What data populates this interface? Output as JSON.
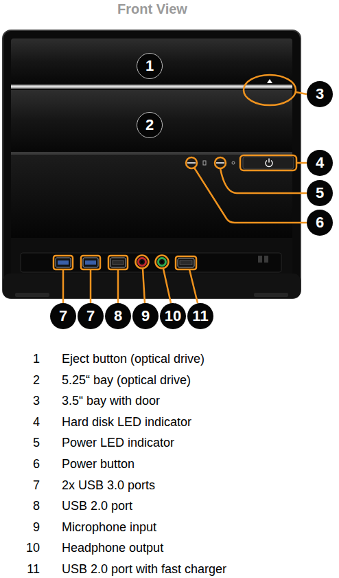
{
  "diagram": {
    "title": "Front View",
    "nodes": [
      {
        "text": [
          "1"
        ]
      },
      {
        "text": [
          "2"
        ]
      },
      {
        "text": [
          "3"
        ]
      },
      {
        "text": [
          "4"
        ]
      },
      {
        "text": [
          "5"
        ]
      },
      {
        "text": [
          "6"
        ]
      },
      {
        "text": [
          "7"
        ]
      },
      {
        "text": [
          "7"
        ]
      },
      {
        "text": [
          "8"
        ]
      },
      {
        "text": [
          "9"
        ]
      },
      {
        "text": [
          "10"
        ]
      },
      {
        "text": [
          "11"
        ]
      }
    ],
    "labels": [
      "1",
      "Eject button (optical drive)",
      "2",
      "5.25“ bay (optical drive)",
      "3",
      "3.5“ bay with door",
      "4",
      "Hard disk LED indicator",
      "5",
      "Power LED indicator",
      "6",
      "Power button",
      "7",
      "2x USB 3.0 ports",
      "8",
      "USB 2.0 port",
      "9",
      "Microphone input",
      "10",
      "Headphone output",
      "11",
      "USB 2.0 port with fast charger"
    ]
  }
}
